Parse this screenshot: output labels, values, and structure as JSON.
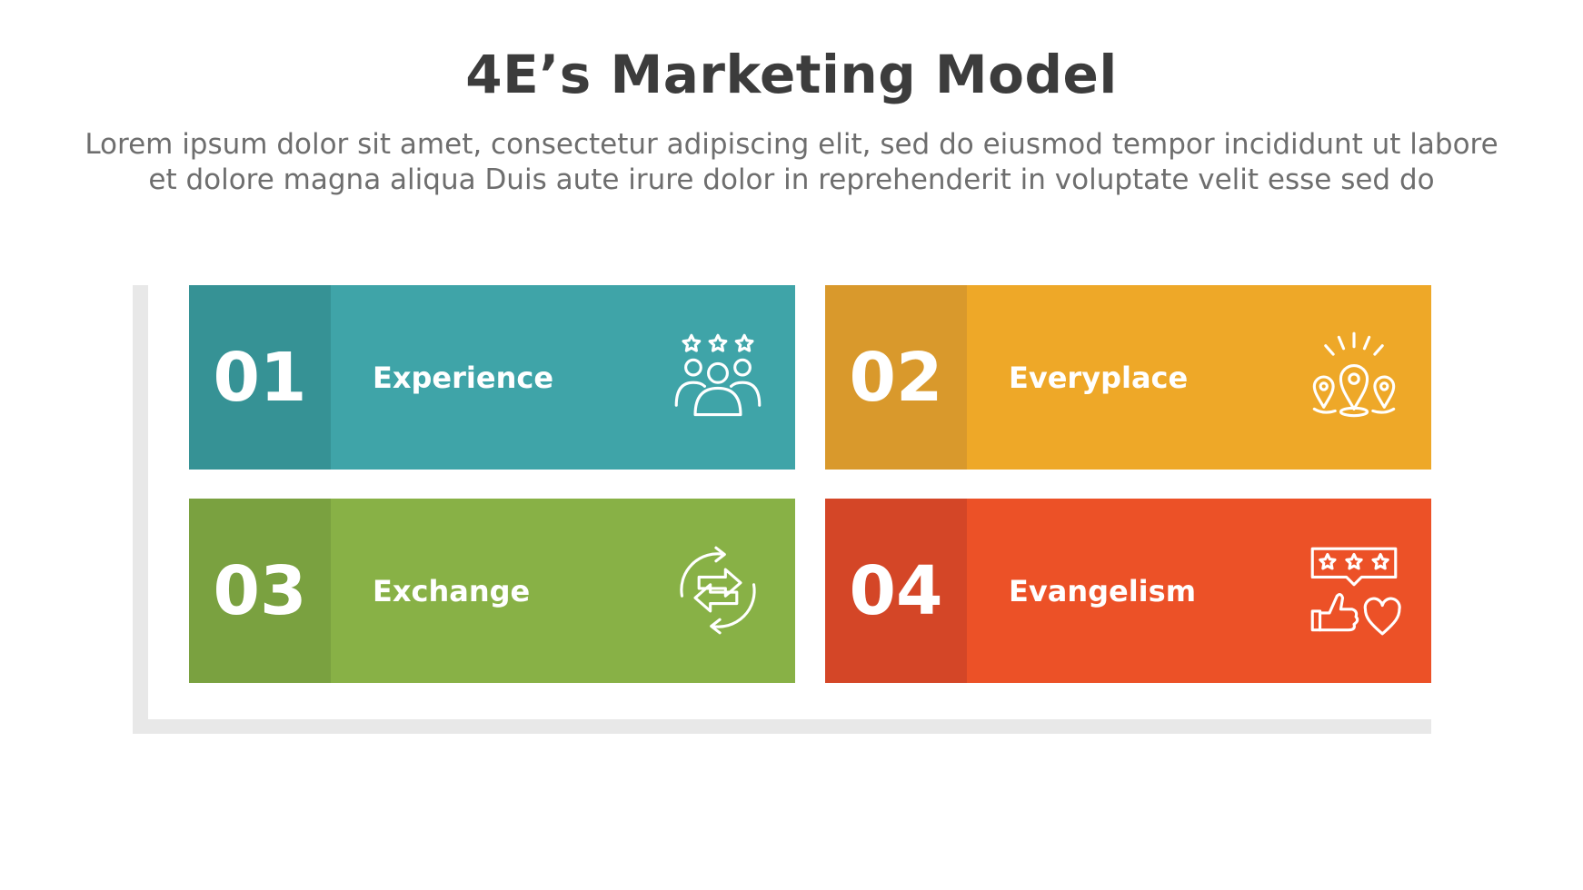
{
  "title": "4E’s Marketing Model",
  "subtitle_line1": "Lorem ipsum dolor sit amet, consectetur adipiscing elit, sed do eiusmod tempor incididunt ut labore",
  "subtitle_line2": "et dolore magna aliqua Duis aute irure dolor in reprehenderit in voluptate velit esse sed do",
  "items": [
    {
      "number": "01",
      "label": "Experience",
      "icon": "group-rating-icon",
      "color": "#3fa4a8",
      "color_dark": "#369295"
    },
    {
      "number": "02",
      "label": "Everyplace",
      "icon": "location-pins-icon",
      "color": "#eea828",
      "color_dark": "#d9992c"
    },
    {
      "number": "03",
      "label": "Exchange",
      "icon": "exchange-arrows-icon",
      "color": "#88b146",
      "color_dark": "#7aa140"
    },
    {
      "number": "04",
      "label": "Evangelism",
      "icon": "review-like-icon",
      "color": "#ec5127",
      "color_dark": "#d44627"
    }
  ],
  "frame_color": "#e8e8e8"
}
